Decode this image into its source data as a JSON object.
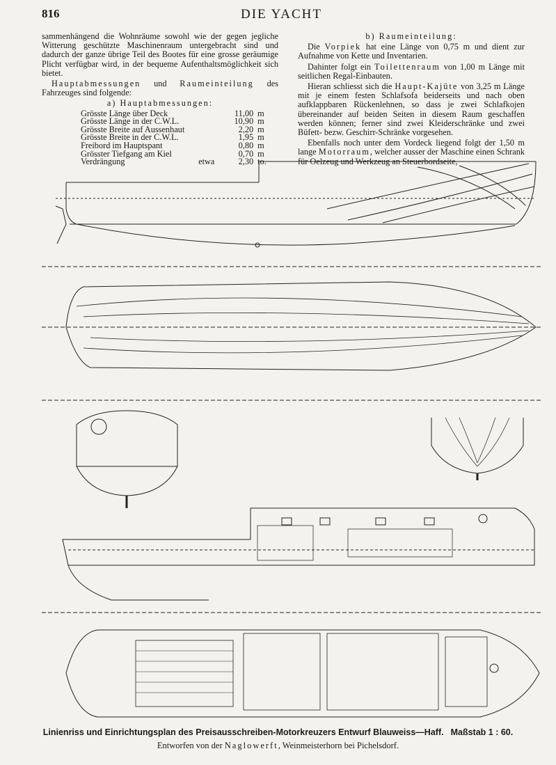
{
  "header": {
    "page_number": "816",
    "running_title": "DIE YACHT"
  },
  "left_column": {
    "para1": "sammenhängend die Wohnräume sowohl wie der gegen jegliche Witterung geschützte Maschinenraum untergebracht sind und dadurch der ganze übrige Teil des Bootes für eine grosse geräumige Plicht verfügbar wird, in der bequeme Aufenthaltsmöglichkeit sich bietet.",
    "para2_spaced": "Hauptabmessungen",
    "para2_mid": " und ",
    "para2_spaced2": "Raumeinteilung",
    "para2_rest": " des Fahrzeuges sind folgende:",
    "dims_heading_prefix": "a) ",
    "dims_heading": "Hauptabmessungen:",
    "dimensions": [
      {
        "name": "Grösste Länge über Deck",
        "prefix": "",
        "value": "11,00",
        "unit": "m"
      },
      {
        "name": "Grösste Länge in der C.W.L.",
        "prefix": "",
        "value": "10,90",
        "unit": "m"
      },
      {
        "name": "Grösste Breite auf Aussenhaut",
        "prefix": "",
        "value": "2,20",
        "unit": "m"
      },
      {
        "name": "Grösste Breite in der C.W.L.",
        "prefix": "",
        "value": "1,95",
        "unit": "m"
      },
      {
        "name": "Freibord im Hauptspant",
        "prefix": "",
        "value": "0,80",
        "unit": "m"
      },
      {
        "name": "Grösster Tiefgang am Kiel",
        "prefix": "",
        "value": "0,70",
        "unit": "m"
      },
      {
        "name": "Verdrängung",
        "prefix": "etwa",
        "value": "2,30",
        "unit": "to."
      }
    ]
  },
  "right_column": {
    "heading_prefix": "b) ",
    "heading": "Raumeinteilung:",
    "p1_a": "Die ",
    "p1_term": "Vorpiek",
    "p1_b": " hat eine Länge von 0,75 m und dient zur Aufnahme von Kette und Inventarien.",
    "p2_a": "Dahinter folgt ein ",
    "p2_term": "Toilettenraum",
    "p2_b": " von 1,00 m Länge mit seitlichen Regal-Einbauten.",
    "p3_a": "Hieran schliesst sich die ",
    "p3_term": "Haupt-Kajüte",
    "p3_b": " von 3,25 m Länge mit je einem festen Schlafsofa beiderseits und nach oben aufklappbaren Rückenlehnen, so dass je zwei Schlafkojen übereinander auf beiden Seiten in diesem Raum geschaffen werden können; ferner sind zwei Kleiderschränke und zwei Büfett- bezw. Geschirr-Schränke vorgesehen.",
    "p4_a": "Ebenfalls noch unter dem Vordeck liegend folgt der 1,50 m lange ",
    "p4_term": "Motorraum",
    "p4_b": ", welcher ausser der Maschine einen Schrank für Oelzeug und Werkzeug an Steuerbordseite,"
  },
  "caption": {
    "title": "Linienriss und Einrichtungsplan des Preisausschreiben-Motorkreuzers Entwurf Blauweiss—Haff.",
    "scale": "Maßstab 1 : 60.",
    "sub_a": "Entworfen von der ",
    "sub_term": "Naglowerft",
    "sub_b": ", Weinmeisterhorn bei Pichelsdorf."
  }
}
